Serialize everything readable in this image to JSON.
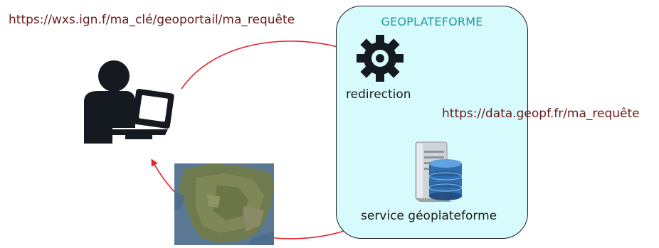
{
  "urls": {
    "request": "https://wxs.ign.f/ma_clé/geoportail/ma_requête",
    "redirected": "https://data.geopf.fr/ma_requête"
  },
  "platform": {
    "title": "GEOPLATEFORME",
    "redirection_label": "redirection",
    "service_label": "service géoplateforme"
  },
  "icons": {
    "user": "user-laptop-icon",
    "gear": "gear-icon",
    "server": "server-database-icon",
    "map": "map-france-icon"
  },
  "colors": {
    "arrow": "#e4232b",
    "url_text": "#6b1a1a",
    "platform_fill": "#d7fbfd",
    "platform_title": "#1f9a9a",
    "icon": "#141a1f"
  }
}
